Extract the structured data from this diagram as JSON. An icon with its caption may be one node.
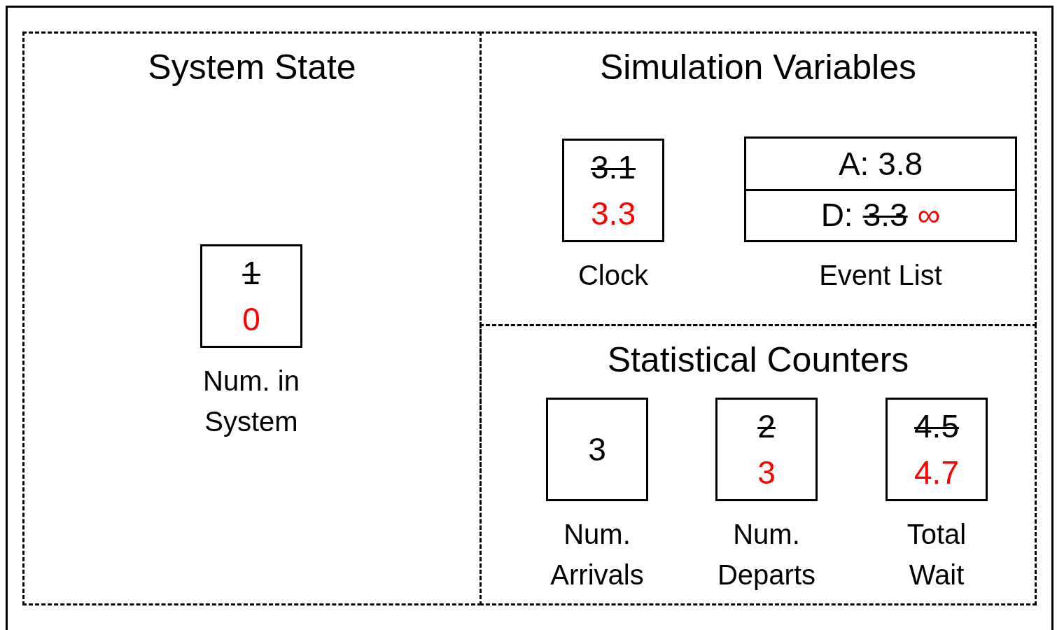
{
  "diagram": {
    "nodes": [
      {
        "text": [
          "System State"
        ]
      },
      {
        "text": [
          "1",
          "0"
        ],
        "in": 0,
        "beside": [
          "Num. in System"
        ]
      },
      {
        "text": [
          "Simulation Variables"
        ]
      },
      {
        "text": [
          "3.1",
          "3.3"
        ],
        "in": 2,
        "beside": [
          "Clock"
        ]
      },
      {
        "text": [],
        "shape": "box",
        "in": 2,
        "beside": [
          "Event List"
        ]
      },
      {
        "text": [
          "A: 3.8"
        ],
        "in": 4
      },
      {
        "text": [
          "D:",
          "3.3",
          "∞"
        ],
        "in": 4
      },
      {
        "text": [
          "Statistical Counters"
        ]
      },
      {
        "text": [
          "3"
        ],
        "in": 7,
        "beside": [
          "Num. Arrivals"
        ]
      },
      {
        "text": [
          "2",
          "3"
        ],
        "in": 7,
        "beside": [
          "Num. Departs"
        ]
      },
      {
        "text": [
          "4.5",
          "4.7"
        ],
        "in": 7,
        "beside": [
          "Total Wait"
        ]
      }
    ],
    "edges": []
  }
}
